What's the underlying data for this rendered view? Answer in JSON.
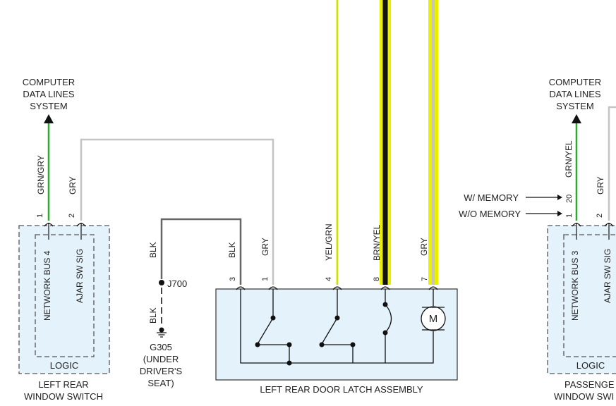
{
  "colors": {
    "box_fill": "#e4f2fb",
    "box_stroke": "#555555",
    "wire_green": "#2fa82f",
    "wire_gray": "#c4c4c4",
    "wire_yellow": "#e8f000",
    "wire_black": "#111111",
    "wire_dark": "#666666"
  },
  "left_switch": {
    "top_label_lines": [
      "COMPUTER",
      "DATA LINES",
      "SYSTEM"
    ],
    "wire_green_label": "GRN/GRY",
    "wire_gray_label": "GRY",
    "pin_green": "1",
    "pin_gray": "2",
    "net_label": "NETWORK BUS 4",
    "sig_label": "AJAR SW SIG",
    "logic_label": "LOGIC",
    "name_line1": "LEFT REAR",
    "name_line2": "WINDOW SWITCH"
  },
  "ground": {
    "wire_upper_label": "BLK",
    "wire_lower_label": "BLK",
    "splice_label": "J700",
    "ground_lines": [
      "G305",
      "(UNDER",
      "DRIVER'S",
      "SEAT)"
    ]
  },
  "latch": {
    "pins": [
      {
        "wire": "BLK",
        "pin": "3"
      },
      {
        "wire": "GRY",
        "pin": "1"
      },
      {
        "wire": "YEL/GRN",
        "pin": "4"
      },
      {
        "wire": "BRN/YEL",
        "pin": "8"
      },
      {
        "wire": "GRY",
        "pin": "7"
      }
    ],
    "motor_label": "M",
    "name": "LEFT REAR DOOR LATCH ASSEMBLY"
  },
  "right_switch": {
    "top_label_lines": [
      "COMPUTER",
      "DATA LINES",
      "SYSTEM"
    ],
    "wire_green_label": "GRN/YEL",
    "wire_gray_label": "GRY",
    "with_memory": "W/ MEMORY",
    "without_memory": "W/O MEMORY",
    "pin_with_memory": "20",
    "pin_without_memory": "1",
    "pin_gray": "2",
    "net_label": "NETWORK BUS 3",
    "sig_label": "AJAR SW SIG",
    "logic_label": "LOGIC",
    "name_line1": "PASSENGE",
    "name_line2": "WINDOW SWI"
  }
}
